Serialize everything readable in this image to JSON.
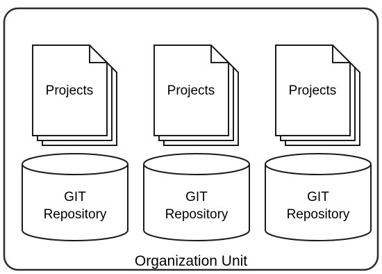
{
  "container": {
    "label": "Organization Unit"
  },
  "groups": [
    {
      "projects_label": "Projects",
      "repository_line1": "GIT",
      "repository_line2": "Repository"
    },
    {
      "projects_label": "Projects",
      "repository_line1": "GIT",
      "repository_line2": "Repository"
    },
    {
      "projects_label": "Projects",
      "repository_line1": "GIT",
      "repository_line2": "Repository"
    }
  ]
}
